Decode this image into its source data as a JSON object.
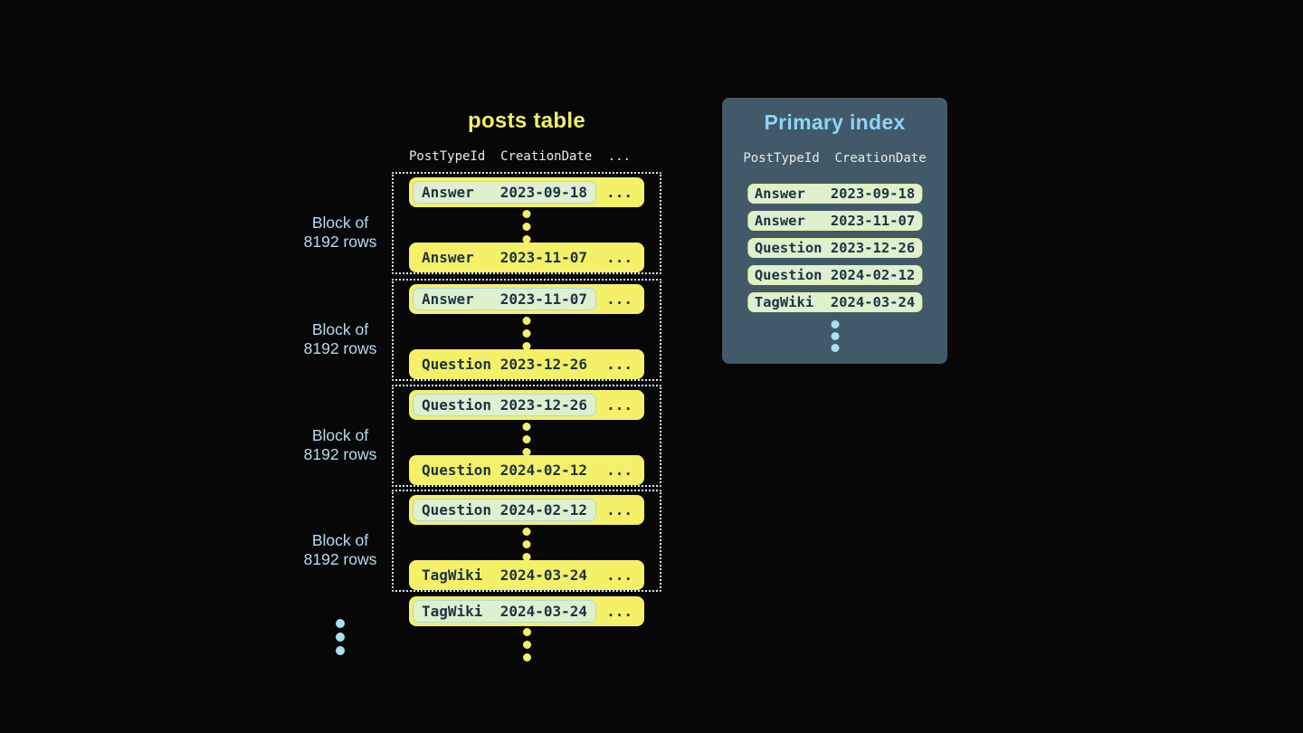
{
  "posts_table": {
    "title": "posts table",
    "columns": [
      "PostTypeId",
      "CreationDate"
    ],
    "ellipsis": "...",
    "block_label": {
      "line1": "Block of",
      "line2": "8192 rows"
    },
    "blocks": [
      {
        "first_row": {
          "post_type": "Answer",
          "creation_date": "2023-09-18"
        },
        "last_row": {
          "post_type": "Answer",
          "creation_date": "2023-11-07"
        }
      },
      {
        "first_row": {
          "post_type": "Answer",
          "creation_date": "2023-11-07"
        },
        "last_row": {
          "post_type": "Question",
          "creation_date": "2023-12-26"
        }
      },
      {
        "first_row": {
          "post_type": "Question",
          "creation_date": "2023-12-26"
        },
        "last_row": {
          "post_type": "Question",
          "creation_date": "2024-02-12"
        }
      },
      {
        "first_row": {
          "post_type": "Question",
          "creation_date": "2024-02-12"
        },
        "last_row": {
          "post_type": "TagWiki",
          "creation_date": "2024-03-24"
        }
      }
    ],
    "overflow_row": {
      "post_type": "TagWiki",
      "creation_date": "2024-03-24"
    }
  },
  "primary_index": {
    "title": "Primary index",
    "columns": [
      "PostTypeId",
      "CreationDate"
    ],
    "entries": [
      {
        "post_type": "Answer",
        "creation_date": "2023-09-18"
      },
      {
        "post_type": "Answer",
        "creation_date": "2023-11-07"
      },
      {
        "post_type": "Question",
        "creation_date": "2023-12-26"
      },
      {
        "post_type": "Question",
        "creation_date": "2024-02-12"
      },
      {
        "post_type": "TagWiki",
        "creation_date": "2024-03-24"
      }
    ]
  },
  "colors": {
    "bg": "#070707",
    "accent-yellow": "#f4f068",
    "row-text": "#1d3347",
    "header-text": "#e9ece7",
    "label-blue": "#b4dcef",
    "panel-bg": "#42596a",
    "panel-title": "#8ad6f5",
    "pill-green": "#def0cd",
    "pill-border-blue": "#a9dbec",
    "pill-border-yellow": "#e9ef9c",
    "block-border": "#d8edf8",
    "dot-blue": "#a9e1f3"
  }
}
